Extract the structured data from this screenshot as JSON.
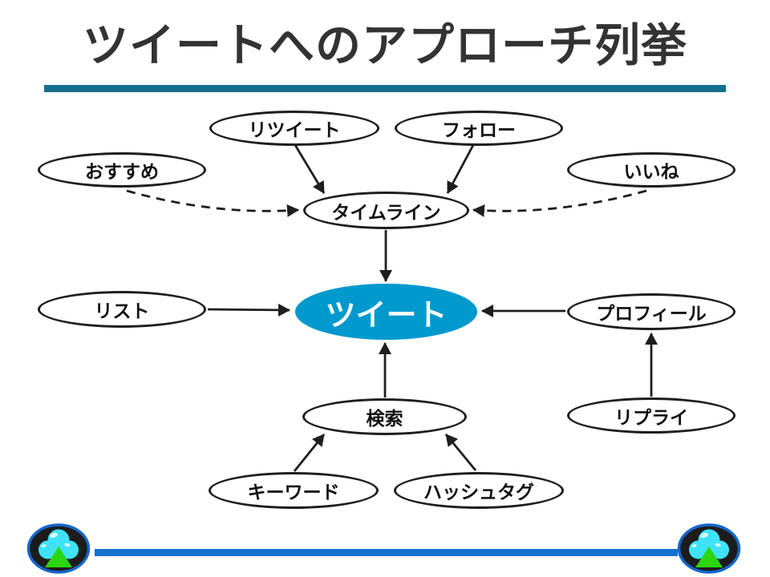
{
  "title": "ツイートへのアプローチ列挙",
  "nodes": {
    "retweet": {
      "label": "リツイート"
    },
    "follow": {
      "label": "フォロー"
    },
    "recommended": {
      "label": "おすすめ"
    },
    "like": {
      "label": "いいね"
    },
    "timeline": {
      "label": "タイムライン"
    },
    "list": {
      "label": "リスト"
    },
    "tweet": {
      "label": "ツイート"
    },
    "profile": {
      "label": "プロフィール"
    },
    "search": {
      "label": "検索"
    },
    "keyword": {
      "label": "キーワード"
    },
    "hashtag": {
      "label": "ハッシュタグ"
    },
    "reply": {
      "label": "リプライ"
    }
  },
  "edges": [
    {
      "from": "リツイート",
      "to": "タイムライン",
      "style": "solid"
    },
    {
      "from": "フォロー",
      "to": "タイムライン",
      "style": "solid"
    },
    {
      "from": "おすすめ",
      "to": "タイムライン",
      "style": "dashed"
    },
    {
      "from": "いいね",
      "to": "タイムライン",
      "style": "dashed"
    },
    {
      "from": "タイムライン",
      "to": "ツイート",
      "style": "solid"
    },
    {
      "from": "リスト",
      "to": "ツイート",
      "style": "solid"
    },
    {
      "from": "プロフィール",
      "to": "ツイート",
      "style": "solid"
    },
    {
      "from": "検索",
      "to": "ツイート",
      "style": "solid"
    },
    {
      "from": "キーワード",
      "to": "検索",
      "style": "solid"
    },
    {
      "from": "ハッシュタグ",
      "to": "検索",
      "style": "solid"
    },
    {
      "from": "リプライ",
      "to": "プロフィール",
      "style": "solid"
    }
  ],
  "icons": {
    "footer_logo": "cloud-clover-badge"
  },
  "colors": {
    "tweet_fill": "#0099CE",
    "tweet_text": "#FFFFFF",
    "title_text": "#333333",
    "title_rule": "#146F8E",
    "footer_rule": "#1372CE",
    "node_border": "#1E1E1E",
    "edge_stroke": "#1E1E1E",
    "logo_ring": "#1566CC",
    "logo_bg": "#1C1C1C",
    "logo_cloud": "#3FE3F7",
    "logo_leaf": "#2BD60F"
  }
}
